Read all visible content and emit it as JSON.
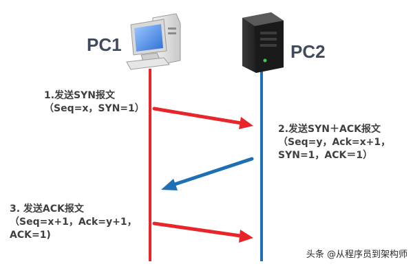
{
  "nodes": {
    "left": {
      "label": "PC1"
    },
    "right": {
      "label": "PC2"
    }
  },
  "steps": [
    {
      "title": "1.发送SYN报文",
      "lines": [
        "（Seq=x，SYN=1）"
      ]
    },
    {
      "title": "2.发送SYN＋ACK报文",
      "lines": [
        "（Seq=y，Ack=x+1，",
        "SYN=1，ACK＝1）"
      ]
    },
    {
      "title": "3. 发送ACK报文",
      "lines": [
        "（Seq=x+1，Ack=y+1，",
        "ACK=1)"
      ]
    }
  ],
  "watermark": "头条 @从程序员到架构师",
  "colors": {
    "pc1_line": "#e8262a",
    "pc2_line": "#1f6fb5",
    "arrow_red": "#e8262a",
    "arrow_blue": "#1f6fb5",
    "label": "#3f4a5c"
  },
  "icons": {
    "pc1": "desktop-computer-icon",
    "pc2": "server-tower-icon"
  }
}
